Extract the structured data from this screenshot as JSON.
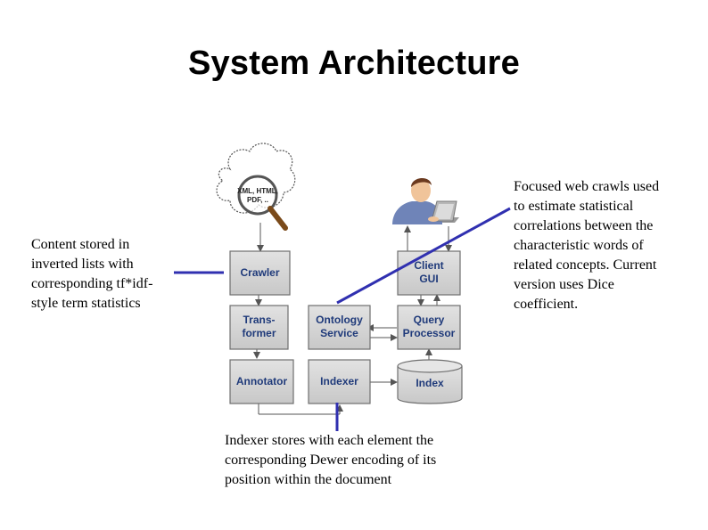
{
  "slide": {
    "title": "System Architecture"
  },
  "notes": {
    "left": "Content stored in\ninverted lists with\ncorresponding tf*idf-\nstyle term statistics",
    "right": "Focused web crawls used\nto estimate statistical\ncorrelations between the\ncharacteristic words of\nrelated concepts. Current\nversion uses Dice\ncoefficient.",
    "bottom": "Indexer stores with each element the\ncorresponding Dewer encoding of its\nposition within the document"
  },
  "diagram": {
    "cloud": {
      "line1": "XML, HTML,",
      "line2": "PDF, .."
    },
    "boxes": {
      "crawler": "Crawler",
      "client_gui": [
        "Client",
        "GUI"
      ],
      "transformer": [
        "Trans-",
        "former"
      ],
      "ontology_service": [
        "Ontology",
        "Service"
      ],
      "query_processor": [
        "Query",
        "Processor"
      ],
      "annotator": "Annotator",
      "indexer": "Indexer",
      "index": "Index"
    },
    "colors": {
      "box_fill": "#d4d4d4",
      "box_stroke": "#6f6f6f",
      "label_text": "#1f3a7a",
      "callout_line": "#3030b0"
    }
  }
}
